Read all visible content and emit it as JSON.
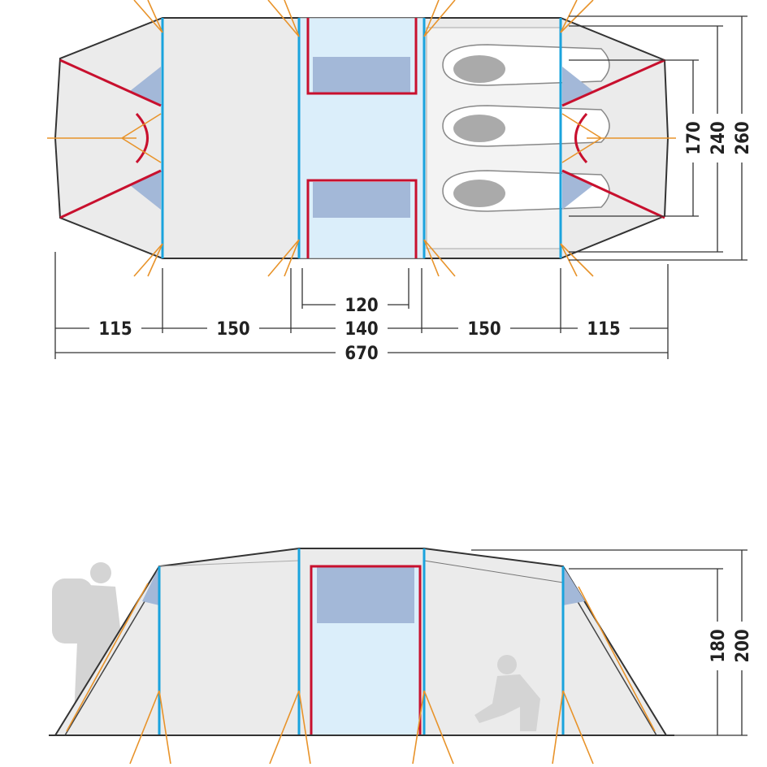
{
  "top_view": {
    "dimensions": {
      "segments": [
        "115",
        "150",
        "140",
        "150",
        "115"
      ],
      "door_width": "120",
      "total_length": "670",
      "widths": [
        "170",
        "240",
        "260"
      ]
    }
  },
  "side_view": {
    "dimensions": {
      "heights": [
        "180",
        "200"
      ]
    }
  },
  "colors": {
    "pole": "#1aa3dd",
    "frame_red": "#c8102e",
    "guy_line": "#e8932a",
    "window_blue": "#a3b8d8",
    "fabric": "#ebebeb",
    "door_fill": "#dbeefa"
  }
}
